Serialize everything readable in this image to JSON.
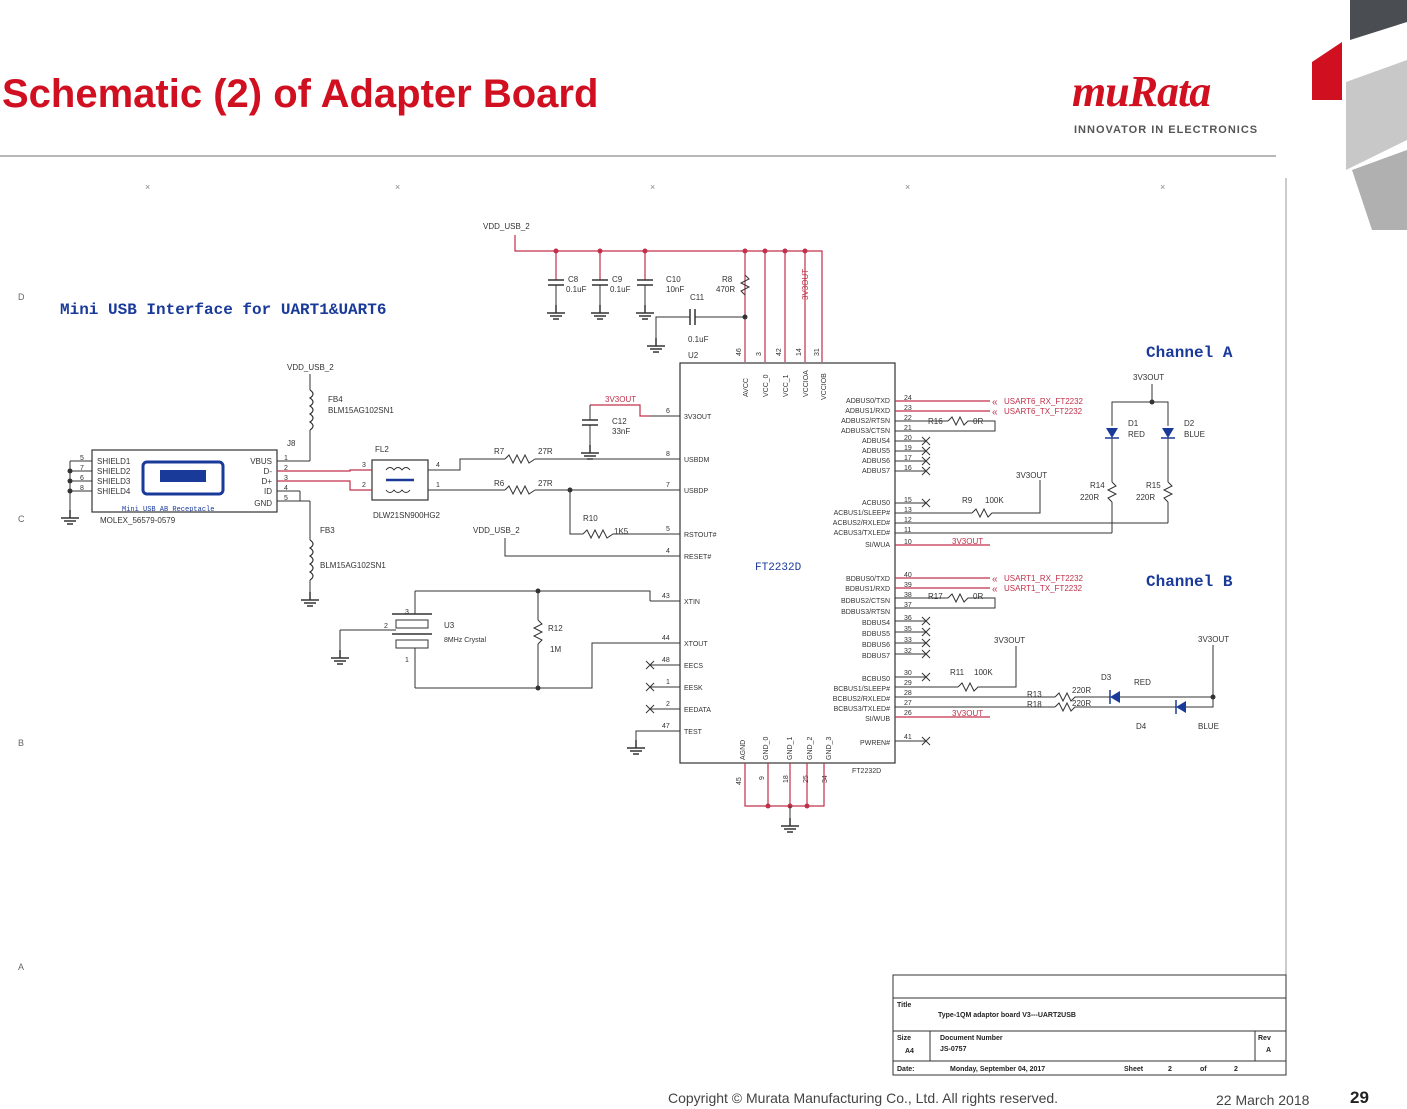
{
  "slide": {
    "title": "Schematic (2) of Adapter Board",
    "page_number": "29",
    "date": "22 March 2018",
    "copyright": "Copyright © Murata Manufacturing Co., Ltd. All rights reserved."
  },
  "logo": {
    "wordmark": "muRata",
    "tagline": "INNOVATOR IN ELECTRONICS"
  },
  "colors": {
    "brand_red": "#d01020",
    "wire_red": "#c0304a",
    "label_blue": "#1a3a9a",
    "wire_dark": "#333333"
  },
  "schematic": {
    "section_title": "Mini USB Interface for UART1&UART6",
    "channel_a": "Channel A",
    "channel_b": "Channel B",
    "border": {
      "rows": [
        "D",
        "C",
        "B",
        "A"
      ]
    },
    "nets": {
      "vdd_usb": "VDD_USB_2",
      "v3out": "3V3OUT"
    },
    "connector": {
      "ref": "J8",
      "part": "MOLEX_56579-0579",
      "caption": "Mini USB AB Receptacle",
      "shield_pins": [
        "5",
        "7",
        "6",
        "8"
      ],
      "shields": [
        "SHIELD1",
        "SHIELD2",
        "SHIELD3",
        "SHIELD4"
      ],
      "pins": [
        "VBUS",
        "D-",
        "D+",
        "ID",
        "GND"
      ],
      "pin_numbers": [
        "1",
        "2",
        "3",
        "4",
        "5"
      ]
    },
    "ferrites": [
      {
        "ref": "FB4",
        "part": "BLM15AG102SN1"
      },
      {
        "ref": "FB3",
        "part": "BLM15AG102SN1"
      }
    ],
    "filter": {
      "ref": "FL2",
      "part": "DLW21SN900HG2",
      "pins_left": [
        "3",
        "2"
      ],
      "pins_right": [
        "4",
        "1"
      ]
    },
    "caps": [
      {
        "ref": "C8",
        "value": "0.1uF"
      },
      {
        "ref": "C9",
        "value": "0.1uF"
      },
      {
        "ref": "C10",
        "value": "10nF"
      },
      {
        "ref": "C11",
        "value": "0.1uF"
      },
      {
        "ref": "C12",
        "value": "33nF"
      }
    ],
    "resistors": {
      "r8": {
        "ref": "R8",
        "value": "470R"
      },
      "r7": {
        "ref": "R7",
        "value": "27R"
      },
      "r6": {
        "ref": "R6",
        "value": "27R"
      },
      "r10": {
        "ref": "R10",
        "value": "1K5"
      },
      "r12": {
        "ref": "R12",
        "value": "1M"
      },
      "r16": {
        "ref": "R16",
        "value": "0R"
      },
      "r17": {
        "ref": "R17",
        "value": "0R"
      },
      "r9": {
        "ref": "R9",
        "value": "100K"
      },
      "r11": {
        "ref": "R11",
        "value": "100K"
      },
      "r14": {
        "ref": "R14",
        "value": "220R"
      },
      "r15": {
        "ref": "R15",
        "value": "220R"
      },
      "r13": {
        "ref": "R13",
        "value": "220R"
      },
      "r18": {
        "ref": "R18",
        "value": "220R"
      }
    },
    "crystal": {
      "ref": "U3",
      "part": "8MHz Crystal",
      "pins": [
        "3",
        "2",
        "1"
      ]
    },
    "ic": {
      "ref": "U2",
      "part": "FT2232D",
      "part_bottom": "FT2232D",
      "top_pins": [
        {
          "name": "AVCC",
          "num": "46"
        },
        {
          "name": "VCC_0",
          "num": "3"
        },
        {
          "name": "VCC_1",
          "num": "42"
        },
        {
          "name": "VCCIOA",
          "num": "14"
        },
        {
          "name": "VCCIOB",
          "num": "31"
        }
      ],
      "left_pins": [
        {
          "name": "3V3OUT",
          "num": "6"
        },
        {
          "name": "USBDM",
          "num": "8"
        },
        {
          "name": "USBDP",
          "num": "7"
        },
        {
          "name": "RSTOUT#",
          "num": "5"
        },
        {
          "name": "RESET#",
          "num": "4"
        },
        {
          "name": "XTIN",
          "num": "43"
        },
        {
          "name": "XTOUT",
          "num": "44"
        },
        {
          "name": "EECS",
          "num": "48"
        },
        {
          "name": "EESK",
          "num": "1"
        },
        {
          "name": "EEDATA",
          "num": "2"
        },
        {
          "name": "TEST",
          "num": "47"
        }
      ],
      "right_pins_a": [
        {
          "name": "ADBUS0/TXD",
          "num": "24"
        },
        {
          "name": "ADBUS1/RXD",
          "num": "23"
        },
        {
          "name": "ADBUS2/RTSN",
          "num": "22"
        },
        {
          "name": "ADBUS3/CTSN",
          "num": "21"
        },
        {
          "name": "ADBUS4",
          "num": "20"
        },
        {
          "name": "ADBUS5",
          "num": "19"
        },
        {
          "name": "ADBUS6",
          "num": "17"
        },
        {
          "name": "ADBUS7",
          "num": "16"
        },
        {
          "name": "ACBUS0",
          "num": "15"
        },
        {
          "name": "ACBUS1/SLEEP#",
          "num": "13"
        },
        {
          "name": "ACBUS2/RXLED#",
          "num": "12"
        },
        {
          "name": "ACBUS3/TXLED#",
          "num": "11"
        },
        {
          "name": "SI/WUA",
          "num": "10"
        }
      ],
      "right_pins_b": [
        {
          "name": "BDBUS0/TXD",
          "num": "40"
        },
        {
          "name": "BDBUS1/RXD",
          "num": "39"
        },
        {
          "name": "BDBUS2/CTSN",
          "num": "38"
        },
        {
          "name": "BDBUS3/RTSN",
          "num": "37"
        },
        {
          "name": "BDBUS4",
          "num": "36"
        },
        {
          "name": "BDBUS5",
          "num": "35"
        },
        {
          "name": "BDBUS6",
          "num": "33"
        },
        {
          "name": "BDBUS7",
          "num": "32"
        },
        {
          "name": "BCBUS0",
          "num": "30"
        },
        {
          "name": "BCBUS1/SLEEP#",
          "num": "29"
        },
        {
          "name": "BCBUS2/RXLED#",
          "num": "28"
        },
        {
          "name": "BCBUS3/TXLED#",
          "num": "27"
        },
        {
          "name": "SI/WUB",
          "num": "26"
        },
        {
          "name": "PWREN#",
          "num": "41"
        }
      ],
      "bottom_pins": [
        {
          "name": "AGND",
          "num": "45"
        },
        {
          "name": "GND_0",
          "num": "9"
        },
        {
          "name": "GND_1",
          "num": "18"
        },
        {
          "name": "GND_2",
          "num": "25"
        },
        {
          "name": "GND_3",
          "num": "34"
        }
      ]
    },
    "uart_nets": [
      "USART6_RX_FT2232",
      "USART6_TX_FT2232",
      "USART1_RX_FT2232",
      "USART1_TX_FT2232"
    ],
    "leds": [
      {
        "ref": "D1",
        "color": "RED"
      },
      {
        "ref": "D2",
        "color": "BLUE"
      },
      {
        "ref": "D3",
        "color": "RED"
      },
      {
        "ref": "D4",
        "color": "BLUE"
      }
    ],
    "title_block": {
      "title_label": "Title",
      "title_value": "Type-1QM adaptor board V3---UART2USB",
      "size_label": "Size",
      "size_value": "A4",
      "doc_label": "Document Number",
      "doc_value": "JS-0757",
      "rev_label": "Rev",
      "rev_value": "A",
      "date_label": "Date:",
      "date_value": "Monday, September 04, 2017",
      "sheet_label": "Sheet",
      "sheet_value": "2",
      "of_label": "of",
      "of_value": "2"
    }
  }
}
